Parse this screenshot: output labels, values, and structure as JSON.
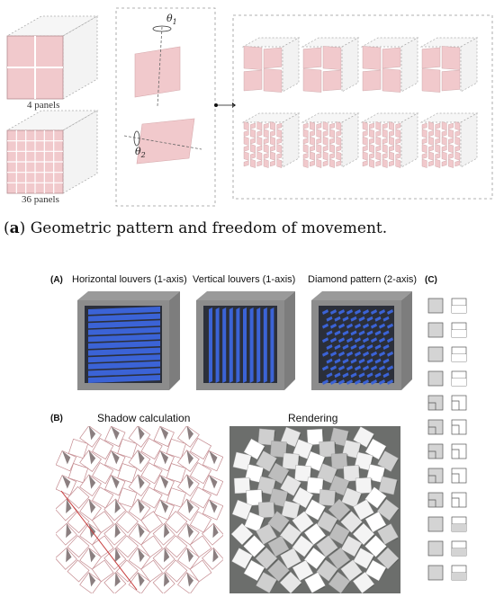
{
  "figure_a": {
    "label_4_panels": "4 panels",
    "label_36_panels": "36 panels",
    "theta1": "θ",
    "theta1_sub": "1",
    "theta2": "θ",
    "theta2_sub": "2",
    "caption_letter": "a",
    "caption_text": " Geometric pattern and freedom of movement."
  },
  "figure_b": {
    "label_A": "(A)",
    "label_B": "(B)",
    "label_C": "(C)",
    "titles": [
      "Horizontal louvers (1-axis)",
      "Vertical louvers (1-axis)",
      "Diamond pattern (2-axis)"
    ],
    "shadow_title": "Shadow calculation",
    "rendering_title": "Rendering"
  },
  "colors": {
    "panel_pink": "#f1c9cc",
    "louver_blue": "#3b63d6",
    "frame_gray": "#8a8a8a",
    "render_bg": "#6c6e6c",
    "shadow_line": "#c63a3a"
  }
}
